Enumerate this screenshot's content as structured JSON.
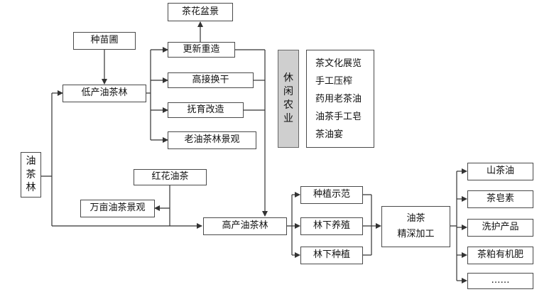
{
  "nodes": {
    "youchalin": [
      "油",
      "茶",
      "林"
    ],
    "dichan": "低产油茶林",
    "zhongmiao": "种苗圃",
    "chahua": "茶花盆景",
    "gengxin": "更新重造",
    "gaojie": "高接换干",
    "fuyu": "抚育改造",
    "laoyoucha": "老油茶林景观",
    "xiuxian": [
      "休",
      "闲",
      "农",
      "业"
    ],
    "xiuxian_items": [
      "茶文化展览",
      "手工压榨",
      "药用老茶油",
      "油茶手工皂",
      "茶油宴"
    ],
    "honghua": "红花油茶",
    "wanmu": "万亩油茶景观",
    "gaochan": "高产油茶林",
    "zhongzhi": "种植示范",
    "linxia_yang": "林下养殖",
    "linxia_zhong": "林下种植",
    "jingshen": [
      "油茶",
      "精深加工"
    ],
    "shancha": "山茶油",
    "chazao": "茶皂素",
    "xihu": "洗护产品",
    "chapo": "茶粕有机肥",
    "more": "……"
  }
}
